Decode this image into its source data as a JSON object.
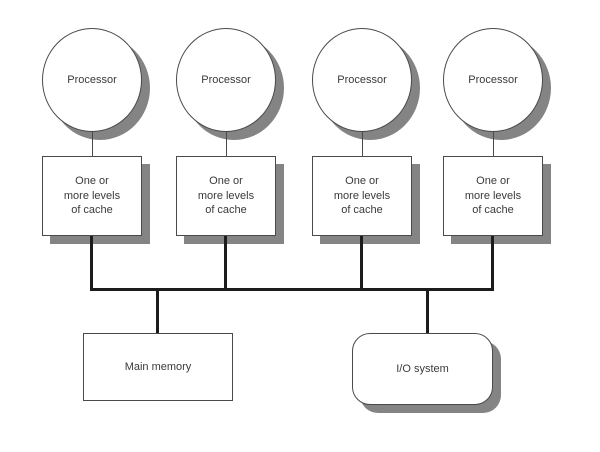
{
  "colors": {
    "background": "#ffffff",
    "node-fill": "#ffffff",
    "node-outline": "#4a4a4a",
    "shadow": "#848484",
    "bus-line": "#1c1c1c",
    "text": "#3a3a3a"
  },
  "columns": [
    {
      "processor_label": "Processor",
      "cache_label": "One or\nmore levels\nof cache"
    },
    {
      "processor_label": "Processor",
      "cache_label": "One or\nmore levels\nof cache"
    },
    {
      "processor_label": "Processor",
      "cache_label": "One or\nmore levels\nof cache"
    },
    {
      "processor_label": "Processor",
      "cache_label": "One or\nmore levels\nof cache"
    }
  ],
  "bottom": {
    "main_memory_label": "Main memory",
    "io_system_label": "I/O system"
  }
}
